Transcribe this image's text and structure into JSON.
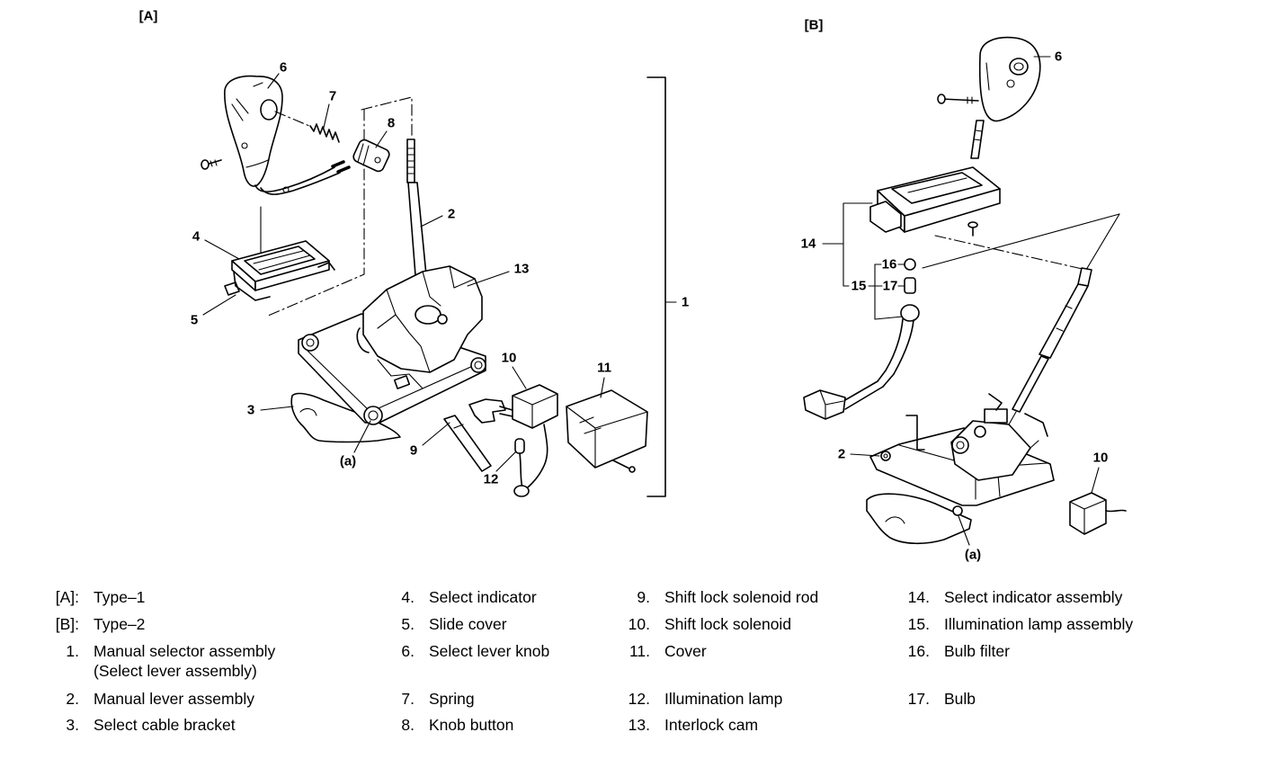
{
  "panel_a": {
    "label": "[A]",
    "callouts": [
      "6",
      "7",
      "8",
      "2",
      "4",
      "5",
      "13",
      "1",
      "10",
      "11",
      "3",
      "9",
      "(a)",
      "12"
    ]
  },
  "panel_b": {
    "label": "[B]",
    "callouts": [
      "6",
      "14",
      "16",
      "15",
      "17",
      "2",
      "10",
      "(a)"
    ]
  },
  "legend": {
    "columns": [
      [
        {
          "num": "[A]:",
          "text": [
            "Type–1"
          ]
        },
        {
          "num": "[B]:",
          "text": [
            "Type–2"
          ]
        },
        {
          "num": "1.",
          "text": [
            "Manual selector assembly",
            "(Select lever assembly)"
          ]
        },
        {
          "num": "2.",
          "text": [
            "Manual lever assembly"
          ]
        },
        {
          "num": "3.",
          "text": [
            "Select cable bracket"
          ]
        }
      ],
      [
        {
          "num": "4.",
          "text": [
            "Select indicator"
          ]
        },
        {
          "num": "5.",
          "text": [
            "Slide cover"
          ]
        },
        {
          "num": "6.",
          "text": [
            "Select lever knob"
          ]
        },
        {
          "num": "7.",
          "text": [
            "Spring"
          ]
        },
        {
          "num": "8.",
          "text": [
            "Knob button"
          ]
        }
      ],
      [
        {
          "num": "9.",
          "text": [
            "Shift lock solenoid rod"
          ]
        },
        {
          "num": "10.",
          "text": [
            "Shift lock solenoid"
          ]
        },
        {
          "num": "11.",
          "text": [
            "Cover"
          ]
        },
        {
          "num": "12.",
          "text": [
            "Illumination lamp"
          ]
        },
        {
          "num": "13.",
          "text": [
            "Interlock cam"
          ]
        }
      ],
      [
        {
          "num": "14.",
          "text": [
            "Select indicator assembly"
          ]
        },
        {
          "num": "15.",
          "text": [
            "Illumination lamp assembly"
          ]
        },
        {
          "num": "16.",
          "text": [
            "Bulb filter"
          ]
        },
        {
          "num": "17.",
          "text": [
            "Bulb"
          ]
        }
      ]
    ]
  }
}
